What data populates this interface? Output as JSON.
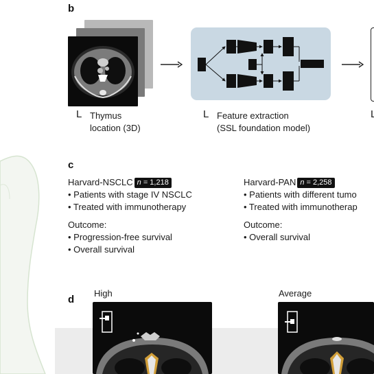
{
  "panel_b": {
    "letter": "b",
    "steps": [
      {
        "marker": "L",
        "line1": "Thymus",
        "line2": "location (3D)"
      },
      {
        "marker": "L",
        "line1": "Feature extraction",
        "line2": "(SSL foundation model)"
      },
      {
        "marker": "L",
        "line1": "",
        "line2": ""
      }
    ]
  },
  "panel_c": {
    "letter": "c",
    "cohorts": [
      {
        "name": "Harvard-NSCLC",
        "n_label": "n",
        "n_value": " = 1,218",
        "bullets": [
          "• Patients with stage IV NSCLC",
          "• Treated with immunotherapy"
        ],
        "outcome_title": "Outcome:",
        "outcomes": [
          "• Progression-free survival",
          "• Overall survival"
        ]
      },
      {
        "name": "Harvard-PAN",
        "n_label": "n",
        "n_value": " = 2,258",
        "bullets": [
          "• Patients with different tumo",
          "• Treated with immunotherap"
        ],
        "outcome_title": "Outcome:",
        "outcomes": [
          "• Overall survival"
        ]
      }
    ]
  },
  "panel_d": {
    "letter": "d",
    "labels": [
      "High",
      "Average"
    ]
  },
  "colors": {
    "model_box": "#c9d8e3",
    "ct_dark": "#0b0b0b",
    "silhouette_fill": "#f3f6f1",
    "silhouette_edge": "#d9e6d4",
    "gray_band": "#e9e9e9"
  }
}
